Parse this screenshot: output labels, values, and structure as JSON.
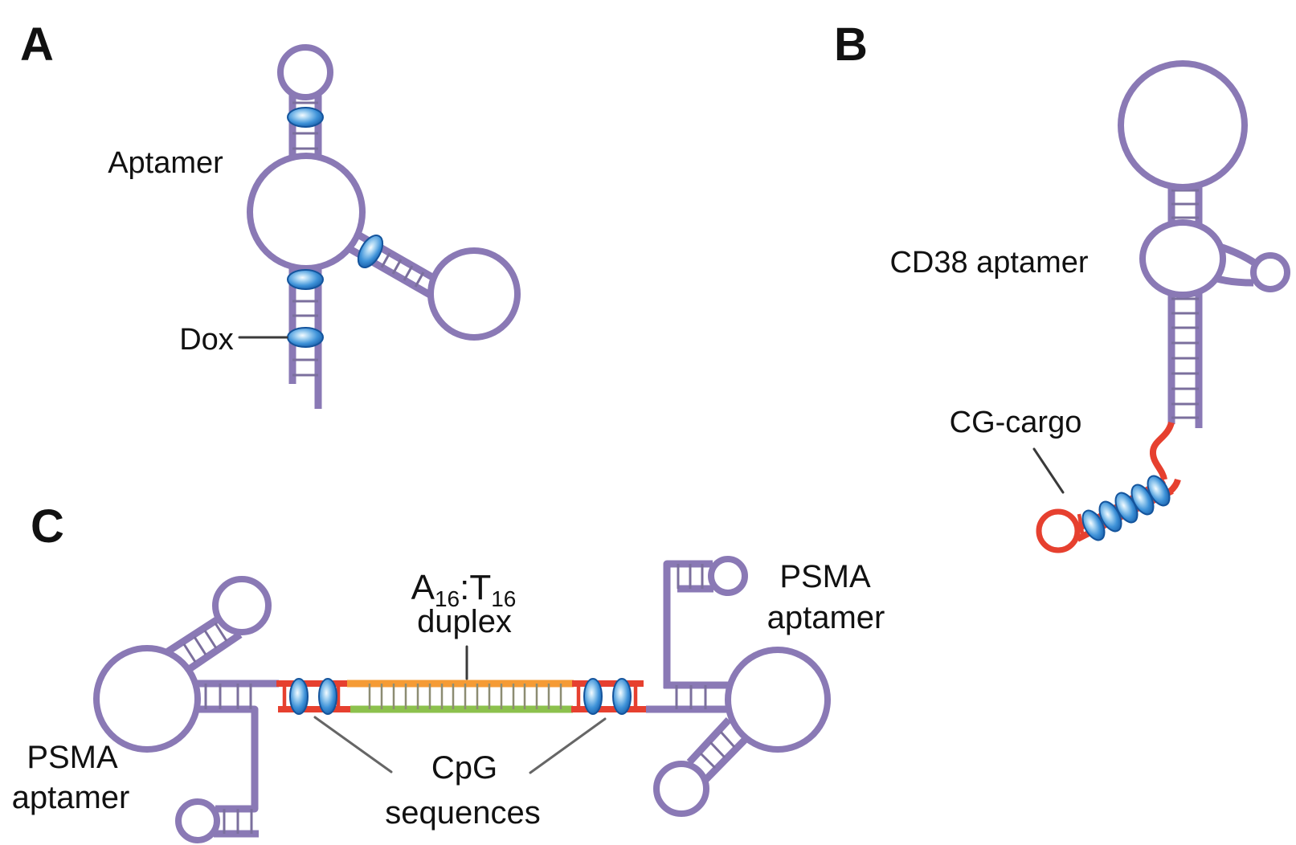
{
  "panel_a": {
    "letter": "A",
    "aptamer_label": "Aptamer",
    "dox_label": "Dox"
  },
  "panel_b": {
    "letter": "B",
    "cd38_label": "CD38 aptamer",
    "cg_cargo_label": "CG-cargo"
  },
  "panel_c": {
    "letter": "C",
    "psma_label_line1": "PSMA",
    "psma_label_line2": "aptamer",
    "duplex_label": {
      "main1": "A",
      "sub1": "16",
      "main2": ":T",
      "sub2": "16",
      "line2": "duplex"
    },
    "cpg_label_line1": "CpG",
    "cpg_label_line2": "sequences"
  },
  "colors": {
    "strand_purple": "#8a79b5",
    "stem_rung": "#7b6f9d",
    "duplex_rung": "#8c8c72",
    "cargo_red": "#e6402f",
    "duplex_orange": "#f59b35",
    "duplex_green": "#8cc14d",
    "dox_blue": "#2f87d2",
    "dox_outline": "#14549c",
    "text_color": "#111111",
    "pointer_dark": "#3a3a3a",
    "pointer_gray": "#666666"
  }
}
